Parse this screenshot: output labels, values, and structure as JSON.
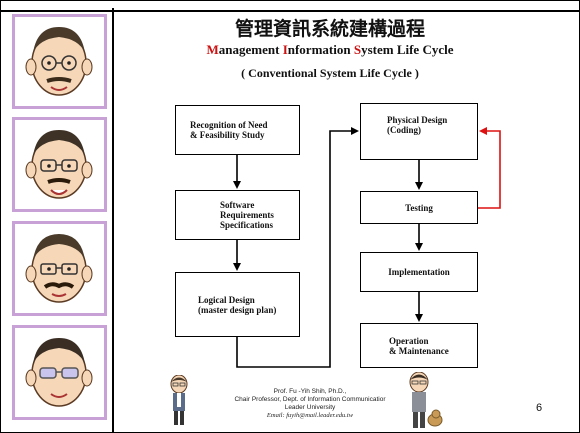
{
  "title": {
    "zh": "管理資訊系統建構過程",
    "en_parts": [
      {
        "text": "M",
        "red": true
      },
      {
        "text": "anagement ",
        "red": false
      },
      {
        "text": "I",
        "red": true
      },
      {
        "text": "nformation ",
        "red": false
      },
      {
        "text": "S",
        "red": true
      },
      {
        "text": "ystem Life Cycle",
        "red": false
      }
    ],
    "subtitle": "( Conventional System Life Cycle )"
  },
  "flow": {
    "left": [
      {
        "id": "recognition",
        "lines": [
          "Recognition of Need",
          "& Feasibility Study"
        ]
      },
      {
        "id": "software-req",
        "lines": [
          "Software",
          "Requirements",
          "Specifications"
        ]
      },
      {
        "id": "logical-design",
        "lines": [
          "Logical Design",
          "(master design plan)"
        ]
      }
    ],
    "right": [
      {
        "id": "physical-design",
        "lines": [
          "Physical Design",
          "(Coding)"
        ]
      },
      {
        "id": "testing",
        "lines": [
          "Testing"
        ]
      },
      {
        "id": "implementation",
        "lines": [
          "Implementation"
        ]
      },
      {
        "id": "operation",
        "lines": [
          "Operation",
          "& Maintenance"
        ]
      }
    ]
  },
  "colors": {
    "feedback_arrow": "#dd1111",
    "accent_red": "#cc1111",
    "avatar_border": "#c8a2d6"
  },
  "footer": {
    "name": "Prof. Fu -Yih Shih, Ph.D.,",
    "position": "Chair Professor, Dept. of Information Communicatior",
    "university": "Leader University",
    "email": "Email: fuyih@mail.leader.edu.tw"
  },
  "page_number": "6",
  "sidebar": {
    "avatars": [
      "caricature-1",
      "caricature-2",
      "caricature-3",
      "caricature-4"
    ]
  }
}
